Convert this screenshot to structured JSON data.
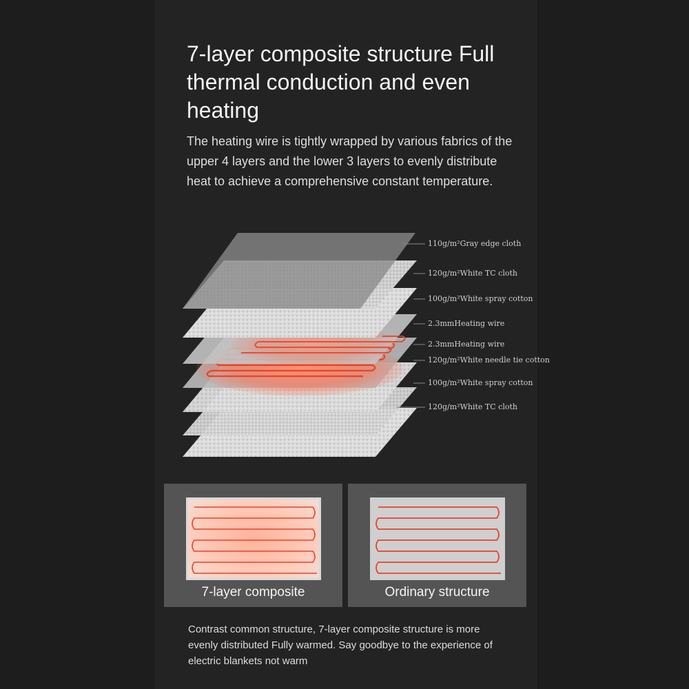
{
  "headline": "7-layer composite structure Full thermal conduction and even heating",
  "intro": "The heating wire is tightly wrapped by various fabrics of the upper 4 layers and the lower 3 layers to evenly distribute heat to achieve a comprehensive constant temperature.",
  "layers": [
    {
      "label": "110g/m²Gray edge cloth"
    },
    {
      "label": "120g/m²White TC cloth"
    },
    {
      "label": "100g/m²White spray cotton"
    },
    {
      "label": "2.3mmHeating wire"
    },
    {
      "label": "2.3mmHeating wire"
    },
    {
      "label": "120g/m²White needle tie cotton"
    },
    {
      "label": "100g/m²White spray cotton"
    },
    {
      "label": "120g/m²White TC cloth"
    }
  ],
  "comparison": {
    "left_caption": "7-layer composite",
    "right_caption": "Ordinary structure"
  },
  "footer": "Contrast common structure, 7-layer composite structure is more evenly distributed Fully warmed. Say goodbye to the experience of electric blankets not warm",
  "colors": {
    "background": "#1d1d1d",
    "heating_wire": "#e8432a",
    "glow": "#ff9a7a",
    "card": "#545454"
  }
}
